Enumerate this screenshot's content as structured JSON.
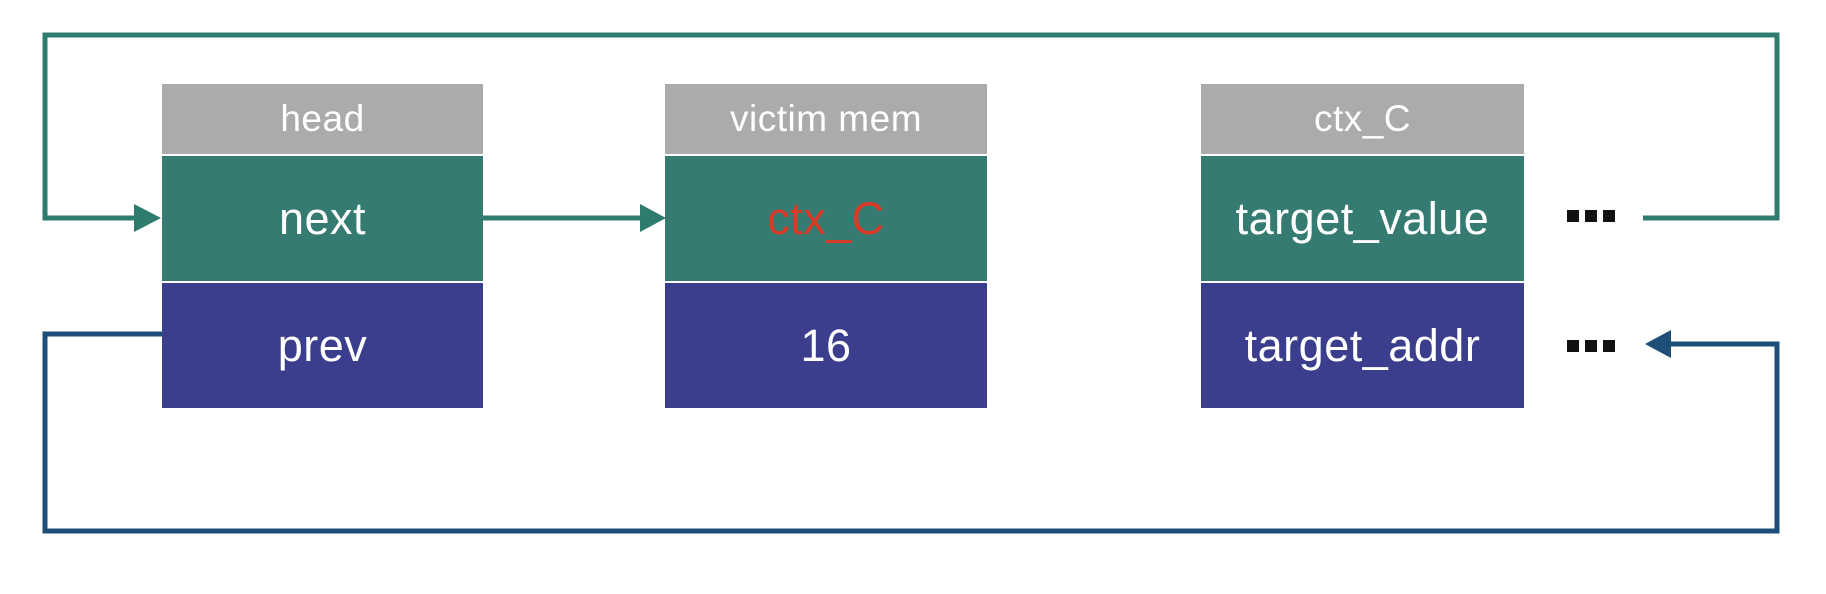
{
  "boxes": {
    "head": {
      "title": "head",
      "row1": "next",
      "row2": "prev"
    },
    "victim": {
      "title": "victim mem",
      "row1": "ctx_C",
      "row2": "16"
    },
    "ctx_c": {
      "title": "ctx_C",
      "row1": "target_value",
      "row2": "target_addr"
    }
  },
  "icons": {
    "ellipsis_after_target_value": "ellipsis-dots",
    "ellipsis_after_target_addr": "ellipsis-dots"
  },
  "connections": [
    {
      "from": "head.next",
      "to": "victim_mem.ctx_C",
      "style": "teal-arrow"
    },
    {
      "from": "ctx_C.right-of-target_value",
      "to": "head.next",
      "style": "teal-loop-over-top"
    },
    {
      "from": "head.prev",
      "to": "ctx_C.right-of-target_addr",
      "style": "blue-loop-under-bottom"
    }
  ],
  "colors": {
    "background": "#ffffff",
    "header_gray": "#ababab",
    "cell_teal": "#367b71",
    "cell_indigo": "#3a3e8c",
    "text_white": "#ffffff",
    "highlight_red": "#dc3a28",
    "link_teal": "#2e7b70",
    "link_blue": "#1c4e78",
    "ellipsis_black": "#111111"
  }
}
